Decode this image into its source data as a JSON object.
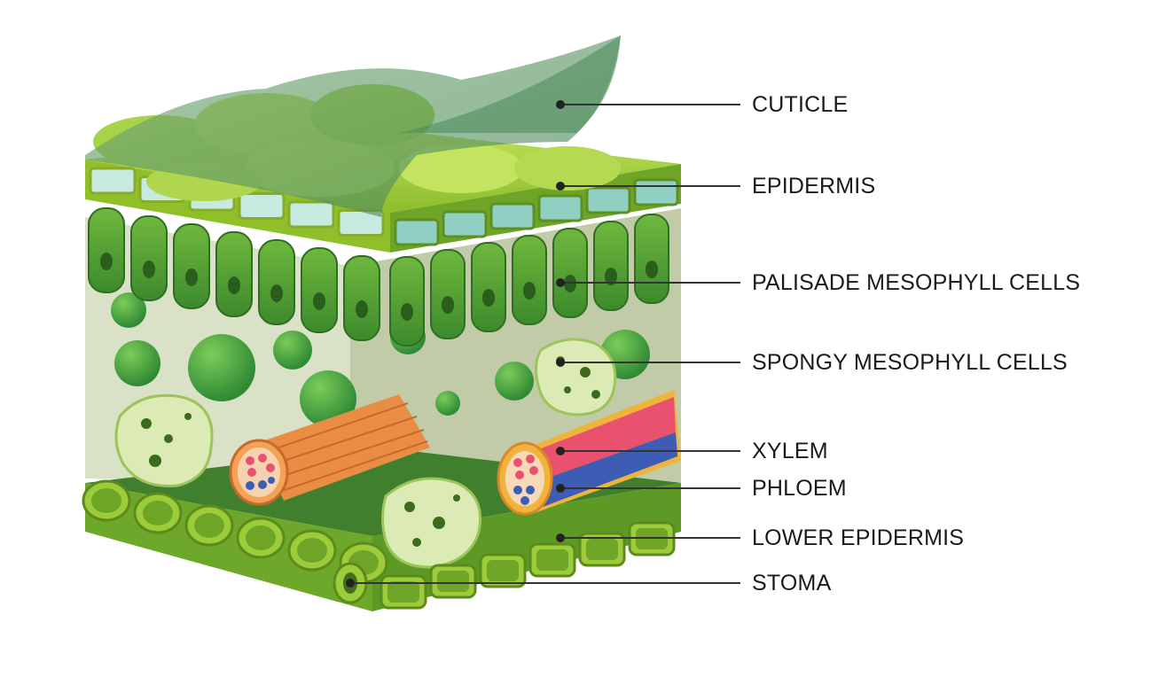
{
  "diagram": {
    "labels": [
      {
        "key": "cuticle",
        "text": "CUTICLE"
      },
      {
        "key": "epidermis",
        "text": "EPIDERMIS"
      },
      {
        "key": "palisade",
        "text": "PALISADE MESOPHYLL CELLS"
      },
      {
        "key": "spongy",
        "text": "SPONGY MESOPHYLL CELLS"
      },
      {
        "key": "xylem",
        "text": "XYLEM"
      },
      {
        "key": "phloem",
        "text": "PHLOEM"
      },
      {
        "key": "lower_epidermis",
        "text": "LOWER EPIDERMIS"
      },
      {
        "key": "stoma",
        "text": "STOMA"
      }
    ]
  },
  "colors": {
    "cuticle": "#5f9e68",
    "epidermis_top": "#a9cf3a",
    "epidermis_cell": "#c6e9e0",
    "palisade": "#4f9a33",
    "spongy": "#dcebb6",
    "xylem": "#e8526f",
    "phloem": "#3d5cb4",
    "vein_orange": "#e98c44",
    "lower_epidermis": "#8cbb2e",
    "background_box": "#d7dfc4"
  }
}
